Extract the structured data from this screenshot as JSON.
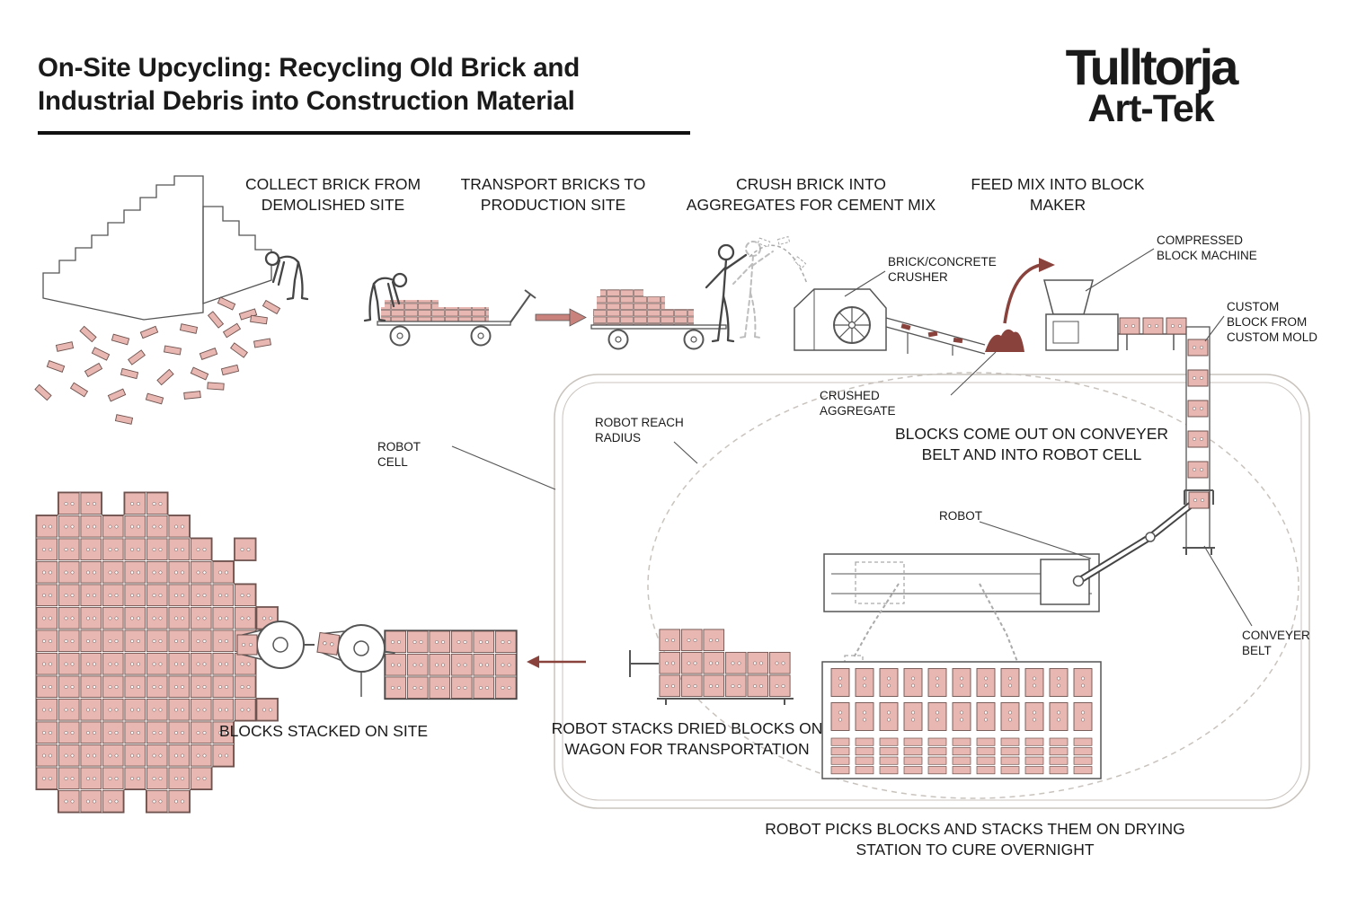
{
  "header": {
    "title_line1": "On-Site Upcycling: Recycling Old Brick and",
    "title_line2": "Industrial Debris into Construction Material",
    "logo_line1": "Tulltorja",
    "logo_line2": "Art-Tek"
  },
  "steps": [
    {
      "id": "collect",
      "label": "COLLECT BRICK FROM DEMOLISHED SITE"
    },
    {
      "id": "transport",
      "label": "TRANSPORT BRICKS TO PRODUCTION SITE"
    },
    {
      "id": "crush",
      "label": "CRUSH BRICK INTO AGGREGATES FOR CEMENT MIX"
    },
    {
      "id": "feed",
      "label": "FEED MIX INTO BLOCK MAKER"
    }
  ],
  "callouts": {
    "crusher": "BRICK/CONCRETE CRUSHER",
    "crushed_aggregate": "CRUSHED AGGREGATE",
    "block_machine": "COMPRESSED BLOCK MACHINE",
    "custom_block": "CUSTOM BLOCK FROM CUSTOM MOLD",
    "robot_cell": "ROBOT CELL",
    "robot_reach": "ROBOT REACH RADIUS",
    "robot": "ROBOT",
    "conveyer_belt": "CONVEYER BELT"
  },
  "captions": {
    "conveyer_blocks": "BLOCKS COME OUT ON CONVEYER BELT AND INTO ROBOT CELL",
    "stacked_on_site": "BLOCKS STACKED ON SITE",
    "robot_stacks_wagon": "ROBOT STACKS DRIED BLOCKS ON WAGON FOR TRANSPORTATION",
    "drying_station": "ROBOT PICKS BLOCKS AND STACKS THEM ON DRYING STATION TO CURE OVERNIGHT"
  },
  "colors": {
    "brick": "#e9b7b2",
    "brick_outline": "#6d524e",
    "aggregate": "#8a423c",
    "line": "#555555",
    "guide": "#c9c3bd",
    "text": "#1a1a1a"
  }
}
